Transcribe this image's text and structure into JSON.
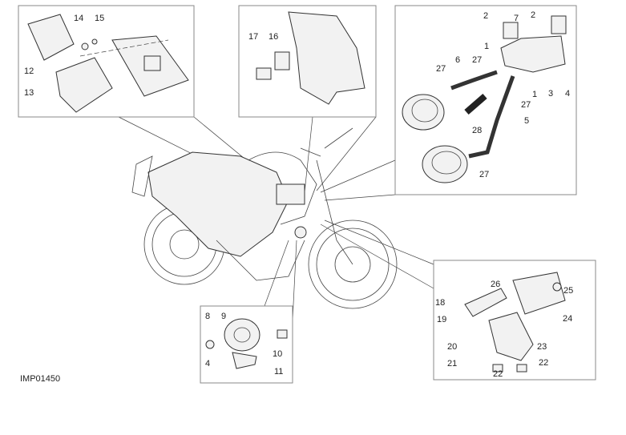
{
  "diagram": {
    "code": "IMP01450",
    "panels": [
      {
        "name": "ecu-panel",
        "labels": [
          "14",
          "15",
          "12",
          "13"
        ]
      },
      {
        "name": "relay-panel",
        "labels": [
          "17",
          "16"
        ]
      },
      {
        "name": "hose-panel",
        "labels": [
          "2",
          "2",
          "7",
          "1",
          "27",
          "6",
          "27",
          "1",
          "3",
          "4",
          "27",
          "28",
          "5",
          "27"
        ]
      },
      {
        "name": "horn-panel",
        "labels": [
          "8",
          "9",
          "10",
          "4",
          "11"
        ]
      },
      {
        "name": "regulator-panel",
        "labels": [
          "26",
          "18",
          "25",
          "24",
          "19",
          "20",
          "23",
          "21",
          "22",
          "22"
        ]
      }
    ]
  }
}
